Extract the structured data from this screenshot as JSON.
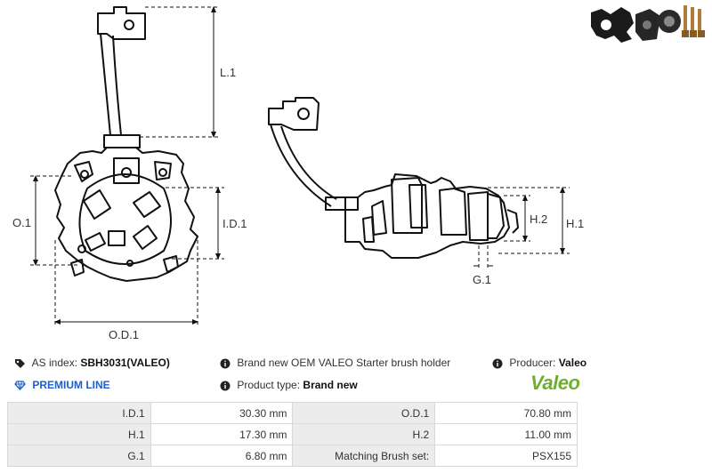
{
  "drawing_labels": {
    "l1": "L.1",
    "o1": "O.1",
    "i_d1": "I.D.1",
    "o_d1": "O.D.1",
    "h1": "H.1",
    "h2": "H.2",
    "g1": "G.1"
  },
  "info": {
    "as_index_label": "AS index:",
    "as_index_value": "SBH3031(VALEO)",
    "description": "Brand new OEM VALEO Starter brush holder",
    "producer_label": "Producer:",
    "producer_value": "Valeo",
    "premium_line": "PREMIUM LINE",
    "product_type_label": "Product type:",
    "product_type_value": "Brand new",
    "logo_text": "Valeo"
  },
  "specs": [
    {
      "label1": "I.D.1",
      "value1": "30.30 mm",
      "label2": "O.D.1",
      "value2": "70.80 mm"
    },
    {
      "label1": "H.1",
      "value1": "17.30 mm",
      "label2": "H.2",
      "value2": "11.00 mm"
    },
    {
      "label1": "G.1",
      "value1": "6.80 mm",
      "label2": "Matching Brush set:",
      "value2": "PSX155"
    }
  ],
  "colors": {
    "dimension_line": "#1a1a1a",
    "premium_blue": "#1d5fc9",
    "valeo_green": "#6fae2e",
    "table_label_bg": "#ececec",
    "table_border": "#d8d8d8"
  },
  "icons": [
    "tag-icon",
    "info-icon",
    "diamond-icon"
  ]
}
